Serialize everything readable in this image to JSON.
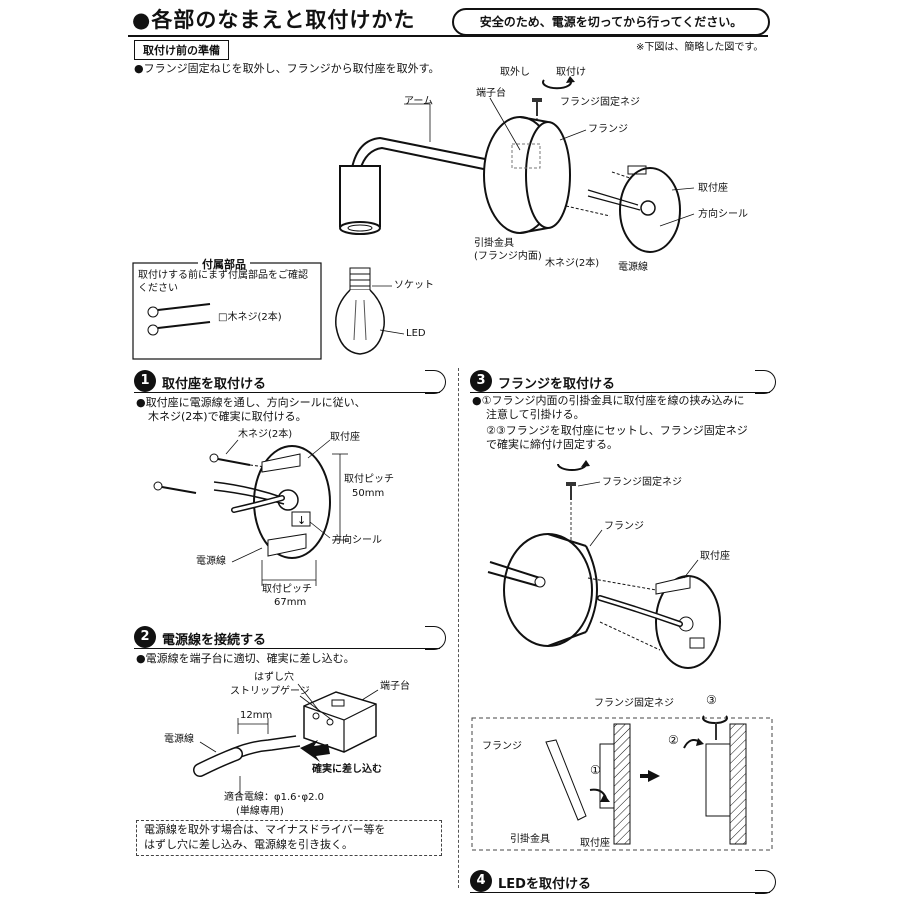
{
  "header": {
    "title": "●各部のなまえと取付けかた",
    "safety_note": "安全のため、電源を切ってから行ってください。"
  },
  "prep": {
    "box_label": "取付け前の準備",
    "note_right": "※下図は、簡略した図です。",
    "instruction": "●フランジ固定ねじを取外し、フランジから取付座を取外す。"
  },
  "overview": {
    "remove_label": "取外し",
    "attach_label": "取付け",
    "flange_screw": "フランジ固定ネジ",
    "terminal": "端子台",
    "arm": "アーム",
    "flange": "フランジ",
    "base": "取付座",
    "direction_seal": "方向シール",
    "hook_metal": "引掛金具",
    "hook_metal_sub": "(フランジ内面)",
    "wood_screw": "木ネジ(2本)",
    "power_cord": "電源線",
    "socket": "ソケット",
    "led": "LED"
  },
  "accessories": {
    "title": "付属部品",
    "text_line1": "取付けする前にまず付属部品をご確認",
    "text_line2": "ください",
    "item": "□木ネジ(2本)"
  },
  "step1": {
    "num": "1",
    "title": "取付座を取付ける",
    "line1": "●取付座に電源線を通し、方向シールに従い、",
    "line2": "木ネジ(2本)で確実に取付ける。",
    "wood_screw": "木ネジ(2本)",
    "base": "取付座",
    "pitch_v_label": "取付ピッチ",
    "pitch_v_value": "50mm",
    "direction_seal": "方向シール",
    "power_cord": "電源線",
    "pitch_h_label": "取付ピッチ",
    "pitch_h_value": "67mm"
  },
  "step2": {
    "num": "2",
    "title": "電源線を接続する",
    "line1": "●電源線を端子台に適切、確実に差し込む。",
    "release_hole": "はずし穴",
    "strip_gauge": "ストリップゲージ",
    "terminal": "端子台",
    "length": "12mm",
    "power_cord": "電源線",
    "insert": "確実に差し込む",
    "wire_spec": "適合電線：φ1.6･φ2.0",
    "wire_note": "(単線専用)",
    "remove_note1": "電源線を取外す場合は、マイナスドライバー等を",
    "remove_note2": "はずし穴に差し込み、電源線を引き抜く。"
  },
  "step3": {
    "num": "3",
    "title": "フランジを取付ける",
    "line1": "●①フランジ内面の引掛金具に取付座を線の挟み込みに",
    "line2": "注意して引掛ける。",
    "line3": "②③フランジを取付座にセットし、フランジ固定ネジ",
    "line4": "で確実に締付け固定する。",
    "flange_screw": "フランジ固定ネジ",
    "flange": "フランジ",
    "base": "取付座",
    "flange_screw2": "フランジ固定ネジ",
    "mark3": "③",
    "mark2": "②",
    "mark1": "①",
    "flange2": "フランジ",
    "hook_metal": "引掛金具",
    "base2": "取付座"
  },
  "step4": {
    "num": "4",
    "title": "LEDを取付ける"
  }
}
